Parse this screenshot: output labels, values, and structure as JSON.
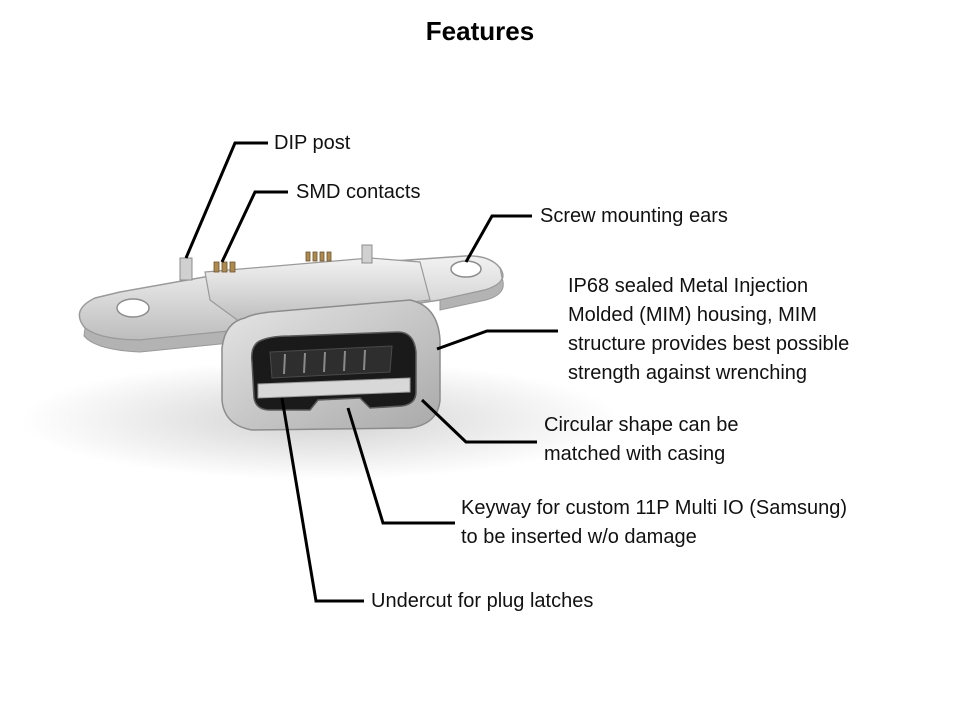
{
  "title": "Features",
  "callouts": {
    "dip_post": [
      "DIP post"
    ],
    "smd_contacts": [
      "SMD contacts"
    ],
    "screw_ears": [
      "Screw mounting ears"
    ],
    "ip68": [
      "IP68 sealed Metal Injection",
      "Molded (MIM) housing, MIM",
      "structure provides best possible",
      "strength against wrenching"
    ],
    "circular": [
      "Circular shape can be",
      "matched with casing"
    ],
    "keyway": [
      "Keyway for custom 11P Multi IO (Samsung)",
      "to be inserted w/o damage"
    ],
    "undercut": [
      "Undercut for plug latches"
    ]
  }
}
